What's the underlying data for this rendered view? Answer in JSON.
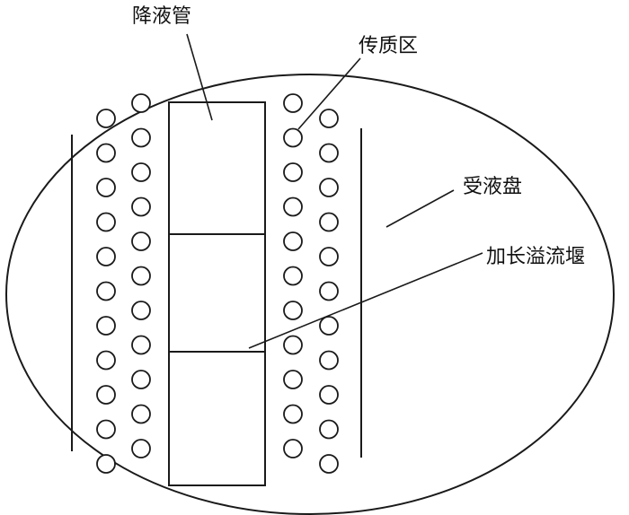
{
  "diagram": {
    "labels": {
      "downcomer": "降液管",
      "mass_transfer_zone": "传质区",
      "receiving_pan": "受液盘",
      "extended_weir": "加长溢流堰"
    },
    "components": {
      "tray_outline": "circle",
      "perforation_columns": 4,
      "holes_per_column": 11,
      "downcomer_sections": 3
    },
    "colors": {
      "line": "#1a1a1a",
      "background": "#ffffff"
    }
  }
}
